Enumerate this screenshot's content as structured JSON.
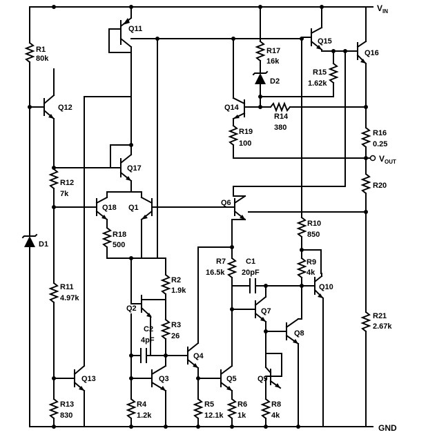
{
  "rails": {
    "vin": "V",
    "vin_sub": "IN",
    "vout": "V",
    "vout_sub": "OUT",
    "gnd": "GND"
  },
  "resistors": {
    "r1": {
      "name": "R1",
      "value": "80k"
    },
    "r2": {
      "name": "R2",
      "value": "1.9k"
    },
    "r3": {
      "name": "R3",
      "value": "26"
    },
    "r4": {
      "name": "R4",
      "value": "1.2k"
    },
    "r5": {
      "name": "R5",
      "value": "12.1k"
    },
    "r6": {
      "name": "R6",
      "value": "1k"
    },
    "r7": {
      "name": "R7",
      "value": "16.5k"
    },
    "r8": {
      "name": "R8",
      "value": "4k"
    },
    "r9": {
      "name": "R9",
      "value": "4k"
    },
    "r10": {
      "name": "R10",
      "value": "850"
    },
    "r11": {
      "name": "R11",
      "value": "4.97k"
    },
    "r12": {
      "name": "R12",
      "value": "7k"
    },
    "r13": {
      "name": "R13",
      "value": "830"
    },
    "r14": {
      "name": "R14",
      "value": "380"
    },
    "r15": {
      "name": "R15",
      "value": "1.62k"
    },
    "r16": {
      "name": "R16",
      "value": "0.25"
    },
    "r17": {
      "name": "R17",
      "value": "16k"
    },
    "r18": {
      "name": "R18",
      "value": "500"
    },
    "r19": {
      "name": "R19",
      "value": "100"
    },
    "r20": {
      "name": "R20",
      "value": ""
    },
    "r21": {
      "name": "R21",
      "value": "2.67k"
    }
  },
  "capacitors": {
    "c1": {
      "name": "C1",
      "value": "20pF"
    },
    "c2": {
      "name": "C2",
      "value": "4pF"
    }
  },
  "diodes": {
    "d1": "D1",
    "d2": "D2"
  },
  "transistors": {
    "q1": "Q1",
    "q2": "Q2",
    "q3": "Q3",
    "q4": "Q4",
    "q5": "Q5",
    "q6": "Q6",
    "q7": "Q7",
    "q8": "Q8",
    "q9": "Q9",
    "q10": "Q10",
    "q11": "Q11",
    "q12": "Q12",
    "q13": "Q13",
    "q14": "Q14",
    "q15": "Q15",
    "q16": "Q16",
    "q17": "Q17",
    "q18": "Q18"
  }
}
